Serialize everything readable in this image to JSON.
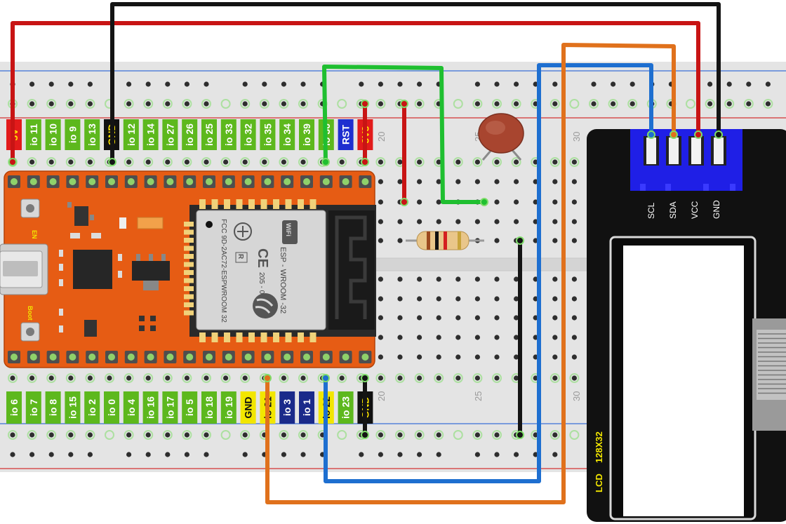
{
  "top_pins": [
    {
      "label": "5V",
      "kind": "red"
    },
    {
      "label": "io 11",
      "kind": "green"
    },
    {
      "label": "io 10",
      "kind": "green"
    },
    {
      "label": "io 9",
      "kind": "green"
    },
    {
      "label": "io 13",
      "kind": "green"
    },
    {
      "label": "GND",
      "kind": "black"
    },
    {
      "label": "io 12",
      "kind": "green"
    },
    {
      "label": "io 14",
      "kind": "green"
    },
    {
      "label": "io 27",
      "kind": "green"
    },
    {
      "label": "io 26",
      "kind": "green"
    },
    {
      "label": "io 25",
      "kind": "green"
    },
    {
      "label": "io 33",
      "kind": "green"
    },
    {
      "label": "io 32",
      "kind": "green"
    },
    {
      "label": "io 35",
      "kind": "green"
    },
    {
      "label": "io 34",
      "kind": "green"
    },
    {
      "label": "io 39",
      "kind": "green"
    },
    {
      "label": "io 36",
      "kind": "green"
    },
    {
      "label": "RST",
      "kind": "blue"
    },
    {
      "label": "3V3",
      "kind": "red"
    }
  ],
  "bottom_pins": [
    {
      "label": "io 6",
      "kind": "green"
    },
    {
      "label": "io 7",
      "kind": "green"
    },
    {
      "label": "io 8",
      "kind": "green"
    },
    {
      "label": "io 15",
      "kind": "green"
    },
    {
      "label": "io 2",
      "kind": "green"
    },
    {
      "label": "io 0",
      "kind": "green"
    },
    {
      "label": "io 4",
      "kind": "green"
    },
    {
      "label": "io 16",
      "kind": "green"
    },
    {
      "label": "io 17",
      "kind": "green"
    },
    {
      "label": "io 5",
      "kind": "green"
    },
    {
      "label": "io 18",
      "kind": "green"
    },
    {
      "label": "io 19",
      "kind": "green"
    },
    {
      "label": "GND",
      "kind": "yellow"
    },
    {
      "label": "io 21",
      "kind": "yellow"
    },
    {
      "label": "io 3",
      "kind": "navy"
    },
    {
      "label": "io 1",
      "kind": "navy"
    },
    {
      "label": "io 22",
      "kind": "yellow"
    },
    {
      "label": "io 23",
      "kind": "green"
    },
    {
      "label": "GND",
      "kind": "black"
    }
  ],
  "column_numbers": [
    "20",
    "25",
    "30"
  ],
  "module": {
    "name": "ESP - WROOM -32",
    "fcc": "FCC 9D-2AC72-ESPWROOM 32",
    "code": "205 - 000519",
    "wifi": "WiFi",
    "ce": "CE",
    "r_mark": "R",
    "en_label": "EN",
    "boot_label": "Boot"
  },
  "lcd": {
    "pins": [
      "SCL",
      "SDA",
      "VCC",
      "GND"
    ],
    "label": "LCD",
    "size": "128X32"
  },
  "colors": {
    "wire_red": "#c81414",
    "wire_black": "#141414",
    "wire_green": "#1fbf30",
    "wire_blue": "#1e6fd0",
    "wire_orange": "#e0711c",
    "board": "#e65c14",
    "pin_green": "#5db81d",
    "lcd_body": "#111111",
    "lcd_header": "#1f1fe6"
  }
}
